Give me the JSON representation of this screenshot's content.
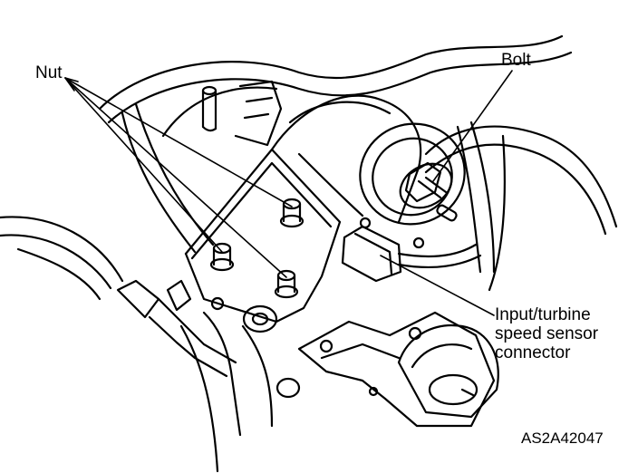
{
  "labels": {
    "nut": "Nut",
    "bolt": "Bolt",
    "sensor_connector": [
      "Input/turbine",
      "speed sensor",
      "connector"
    ],
    "figure_code": "AS2A42047"
  },
  "colors": {
    "line": "#000000",
    "background": "#ffffff"
  }
}
